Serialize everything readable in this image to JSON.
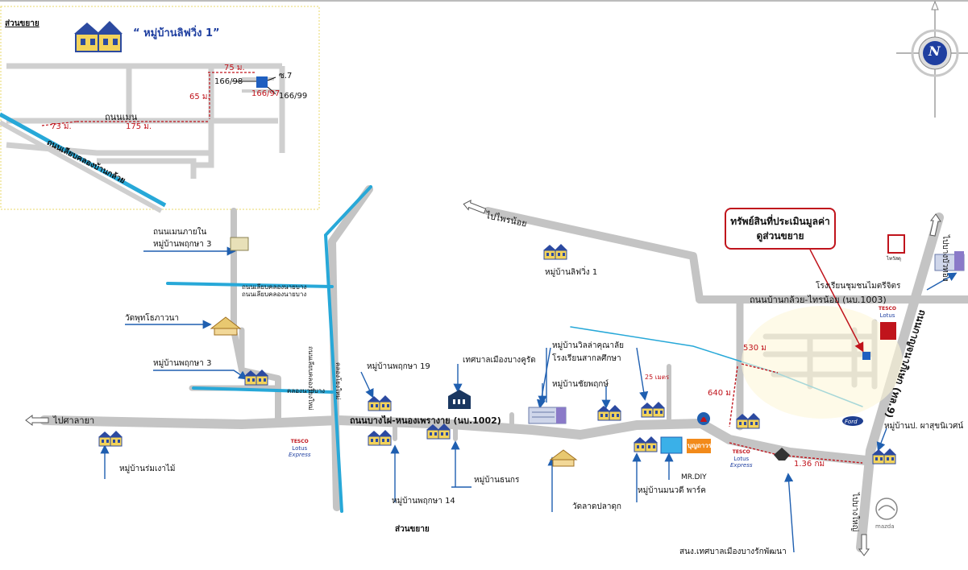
{
  "inset": {
    "section_label": "ส่วนขยาย",
    "title": "“ หมู่บ้านลิฟวิ่ง 1”",
    "dim_75": "75 ม.",
    "dim_65": "65 ม.",
    "dim_73": "73 ม.",
    "dim_175": "175 ม.",
    "plot_left": "166/98",
    "plot_main": "166/97",
    "plot_right": "166/99",
    "soi": "ซ.7",
    "road_main": "ถนนเมน",
    "road_canal": "ถนนเลียบคลองบ้านกล้วย"
  },
  "callout": {
    "line1": "ทรัพย์สินที่ประเมินมูลค่า",
    "line2": "ดูส่วนขยาย"
  },
  "directions": {
    "to_salaya": "ไปศาลายา",
    "to_phrai_noi": "ไปไพรน้อย",
    "to_bang_yai_north": "ไปบางบัวทอง",
    "to_bang_yai_south": "ไปบางใหญ่"
  },
  "roads": {
    "main_road": "ถนนบางไผ่-หนองเพรางาย (นบ.1002)",
    "kanchanaphisek": "ถนนกาญจนาภิเษก (ทล.9)",
    "ban_kluai": "ถนนบ้านกล้วย-ไทรน้อย (นบ.1003)",
    "canal_road_1": "ถนนเลียบคลองนายบาง",
    "canal_road_2": "ถนนเลียบคลองนายบาง",
    "canal_road_vertical": "ถนนเลียบคลองโยงใหม่",
    "khlong_lbl": "คลองนายบาง",
    "khlong_vert": "คลองโยงใหม่"
  },
  "places": {
    "main_road_inner": "ถนนเมนภายใน",
    "pruksa3_top": "หมู่บ้านพฤกษา 3",
    "wat_phuttho": "วัดพุทโธภาวนา",
    "pruksa3": "หมู่บ้านพฤกษา 3",
    "pruksa19": "หมู่บ้านพฤกษา 19",
    "municipality": "เทศบาลเมืองบางคูรัด",
    "living1": "หมู่บ้านลิฟวิ่ง 1",
    "villa": "หมู่บ้านวิลล่าคุณาลัย",
    "school_sakon": "โรงเรียนสากลศึกษา",
    "chaipruek": "หมู่บ้านชัยพฤกษ์",
    "rom_ngao": "หมู่บ้านร่มเงาไม้",
    "thanakorn": "หมู่บ้านธนกร",
    "pruksa14": "หมู่บ้านพฤกษา 14",
    "wat_talad": "วัดลาดปลาดุก",
    "manawadee": "หมู่บ้านมนวดี พาร์ค",
    "mrdiy": "MR.DIY",
    "school_chumchon": "โรงเรียนชุมชนไมตรีจิตร",
    "pakon_suk": "หมู่บ้านป. ผาสุขนิเวศน์",
    "health_center": "สนง.เทศบาลเมืองบางรักพัฒนา",
    "bottom_section": "ส่วนขยาย",
    "dist_530": "530 ม",
    "dist_640": "640 ม",
    "dist_136": "1.36 กม",
    "dist_25": "25 เมตร"
  },
  "brands": {
    "tesco": "TESCO",
    "lotus": "Lotus",
    "express": "Express",
    "ford": "Ford",
    "mazda": "mazda",
    "bunluang": "บุญถาวร",
    "thaiwatsadu": "ไทวัสดุ"
  },
  "compass": {
    "north": "N"
  },
  "colors": {
    "road": "#c4c4c4",
    "canal": "#27a8d8",
    "arrow": "#1f5fb0",
    "dimension": "#c0141c",
    "inset_border": "#e8d86a"
  }
}
